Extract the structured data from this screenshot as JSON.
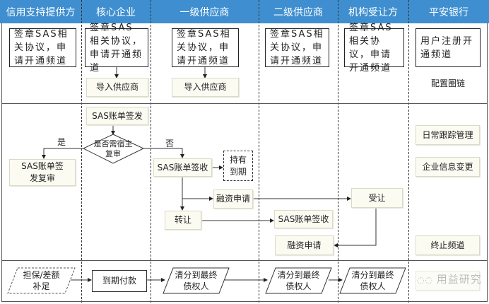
{
  "lanes": [
    "信用支持提供方",
    "核心企业",
    "一级供应商",
    "二级供应商",
    "机构受让方",
    "平安银行"
  ],
  "row1": {
    "sign_agreement": "签章SAS相关协议，申请开通频道",
    "import_supplier": "导入供应商",
    "user_register": "用户注册开通频道",
    "config_chain": "配置圈链"
  },
  "row2": {
    "bill_issue": "SAS账单签发",
    "decision": "是否需宿主复审",
    "yes": "是",
    "no": "否",
    "issue_review": "SAS账单签发复审",
    "bill_receive": "SAS账单签收",
    "hold_maturity": "持有到期",
    "finance_apply": "融资申请",
    "transfer": "转让",
    "accept_transfer": "受让",
    "bill_receive_2": "SAS账单签收",
    "finance_apply_2": "融资申请",
    "daily_tracking": "日常跟踪管理",
    "info_change": "企业信息变更",
    "terminate_channel": "终止频道"
  },
  "row3": {
    "guarantee": "担保/差额补足",
    "maturity_payment": "到期付款",
    "clear_to_creditor": "清分到最终债权人"
  },
  "watermark": "用益研究"
}
